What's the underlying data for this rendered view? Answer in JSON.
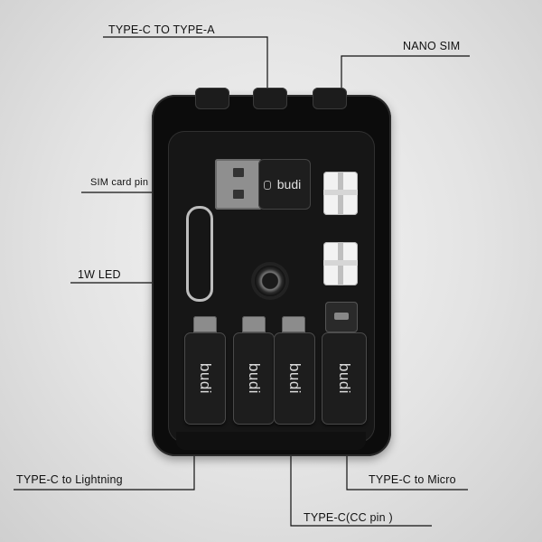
{
  "labels": {
    "type_c_to_type_a": "TYPE-C TO TYPE-A",
    "nano_sim": "NANO SIM",
    "sim_card_pin": "SIM card pin",
    "led": "1W LED",
    "type_c_to_lightning": "TYPE-C to Lightning",
    "type_c_to_micro": "TYPE-C to Micro",
    "type_c_cc_pin": "TYPE-C(CC pin )"
  },
  "brand": {
    "usb": "budi",
    "adapter1": "budi",
    "adapter2": "budi",
    "adapter3": "budi",
    "adapter4": "budi"
  },
  "colors": {
    "case": "#0c0c0c",
    "line": "#111111",
    "background": "#e6e6e6"
  }
}
